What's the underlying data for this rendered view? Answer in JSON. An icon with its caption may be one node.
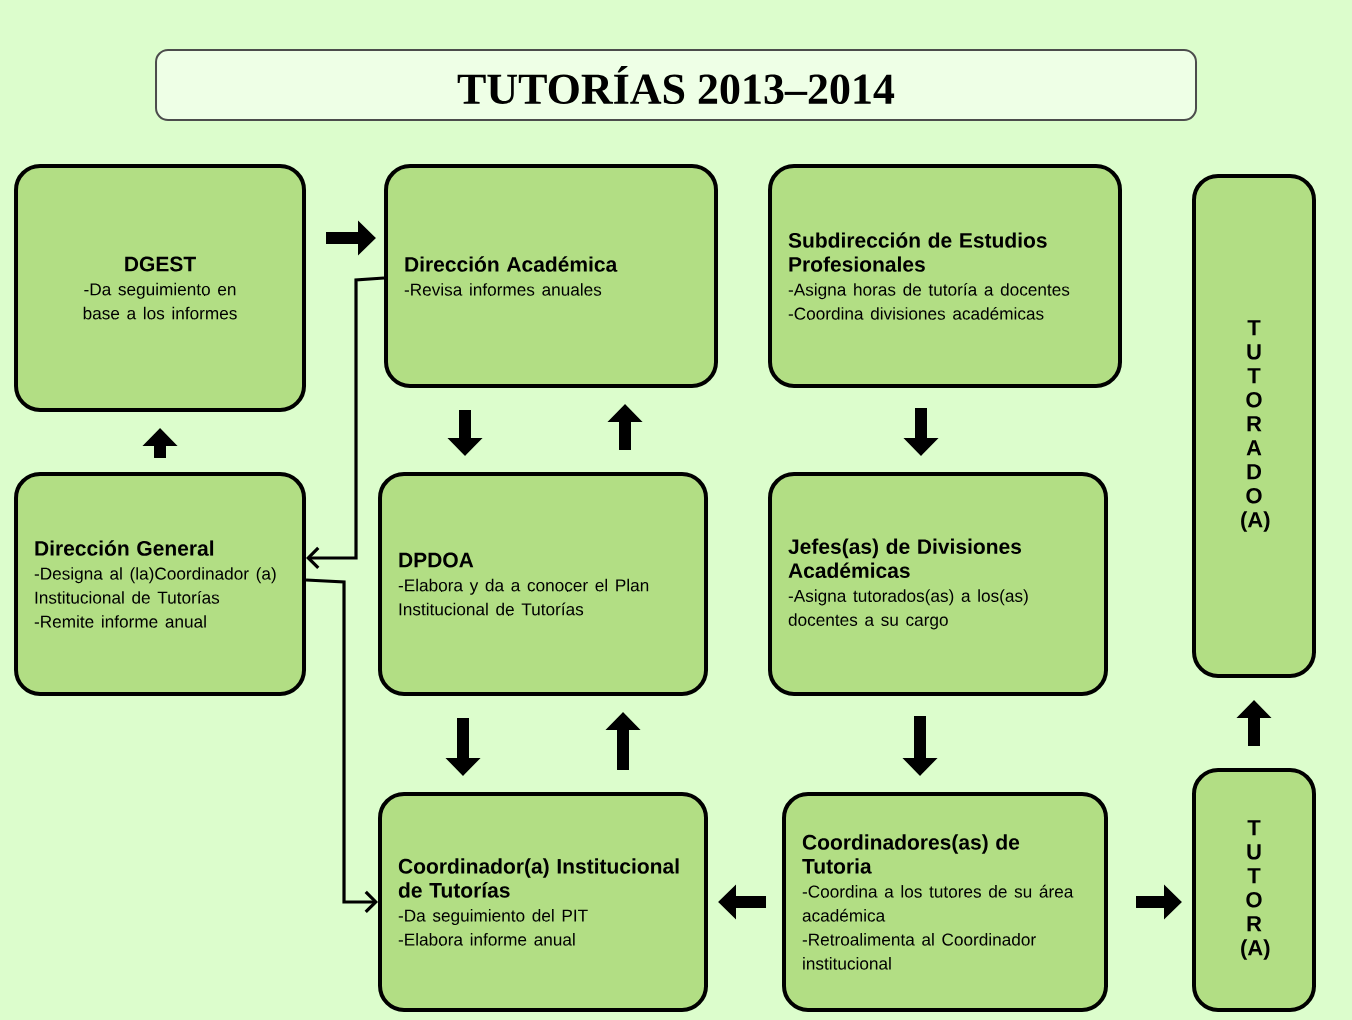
{
  "diagram": {
    "title": "TUTORÍAS 2013–2014",
    "nodes": [
      {
        "text": [
          "DGEST",
          "-Da seguimiento en base a los informes"
        ]
      },
      {
        "text": [
          "Dirección Académica",
          "-Revisa informes anuales"
        ]
      },
      {
        "text": [
          "Subdirección de Estudios Profesionales",
          "-Asigna horas de tutoría a docentes",
          "-Coordina divisiones académicas"
        ]
      },
      {
        "text": [
          "T U T O R A D O (A)"
        ]
      },
      {
        "text": [
          "Dirección General",
          "-Designa al (la)Coordinador (a) Institucional de Tutorías",
          "-Remite informe anual"
        ]
      },
      {
        "text": [
          "DPDOA",
          "-Elabora y da a conocer el Plan Institucional de Tutorías"
        ]
      },
      {
        "text": [
          "Jefes(as) de Divisiones Académicas",
          "-Asigna tutorados(as) a los(as) docentes a su cargo"
        ]
      },
      {
        "text": [
          "Coordinador(a) Institucional de Tutorías",
          "-Da seguimiento del PIT",
          "-Elabora informe anual"
        ]
      },
      {
        "text": [
          "Coordinadores(as) de Tutoria",
          "-Coordina a los tutores de su área académica",
          "-Retroalimenta al Coordinador institucional"
        ]
      },
      {
        "text": [
          "T U T O R (A)"
        ]
      }
    ],
    "edges": [
      {
        "from": 0,
        "to": 1,
        "arrow": "to"
      },
      {
        "from": 4,
        "to": 0,
        "arrow": "to"
      },
      {
        "from": 1,
        "to": 5,
        "arrow": "to"
      },
      {
        "from": 5,
        "to": 1,
        "arrow": "to"
      },
      {
        "from": 5,
        "to": 7,
        "arrow": "to"
      },
      {
        "from": 7,
        "to": 5,
        "arrow": "to"
      },
      {
        "from": 2,
        "to": 6,
        "arrow": "to"
      },
      {
        "from": 6,
        "to": 8,
        "arrow": "to"
      },
      {
        "from": 8,
        "to": 7,
        "arrow": "to"
      },
      {
        "from": 8,
        "to": 9,
        "arrow": "to"
      },
      {
        "from": 9,
        "to": 3,
        "arrow": "to"
      },
      {
        "from": 1,
        "to": 4,
        "arrow": "to"
      },
      {
        "from": 4,
        "to": 7,
        "arrow": "to"
      }
    ]
  }
}
